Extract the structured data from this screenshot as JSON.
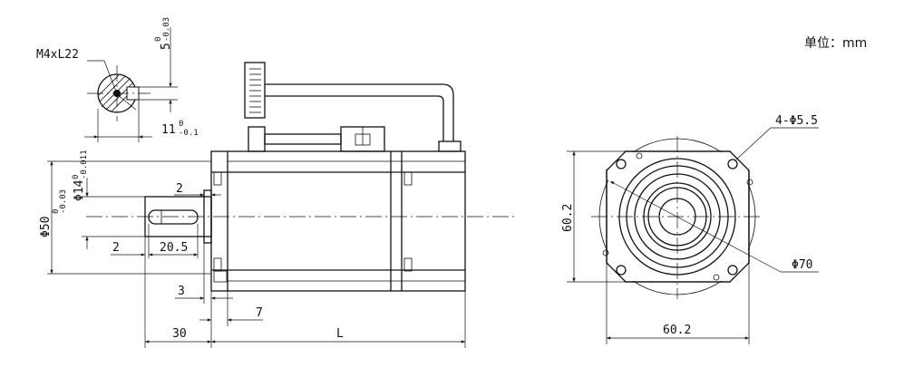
{
  "unit_label": "单位：mm",
  "dims": {
    "thread": "M4xL22",
    "key_height": "5",
    "key_height_tol_upper": "0",
    "key_height_tol_lower": "-0.03",
    "shaft_height": "11",
    "shaft_height_tol_upper": "0",
    "shaft_height_tol_lower": "-0.1",
    "shaft_dia": "Φ14",
    "shaft_dia_tol_upper": "0",
    "shaft_dia_tol_lower": "-0.011",
    "pilot_dia": "Φ50",
    "pilot_dia_tol_upper": "0",
    "pilot_dia_tol_lower": "-0.03",
    "key_offset_top": "2",
    "key_offset_bottom": "2",
    "key_length": "20.5",
    "flange_step": "3",
    "flange_thickness": "7",
    "shaft_length": "30",
    "body_length": "L",
    "flange_height": "60.2",
    "flange_width": "60.2",
    "bolt_holes": "4-Φ5.5",
    "bolt_circle": "Φ70"
  }
}
